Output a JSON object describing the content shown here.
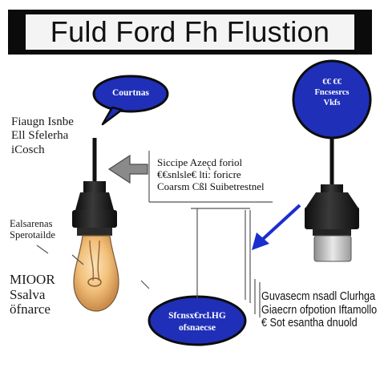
{
  "title": "Fuld Ford Fh Flustion",
  "colors": {
    "bubble_fill": "#1f2fb8",
    "arrow_blue": "#1a2ed0",
    "bulb_glass": "#f2c07a",
    "socket_dark": "#1a1a1a",
    "title_bar": "#0b0b0b"
  },
  "bubbles": {
    "top_left": "Courtnas",
    "top_right": [
      "€€ €€",
      "Fncsesrcs",
      "Vkfs"
    ],
    "bottom": [
      "Sfcnsx€rcl.HG",
      "ofsnaecse"
    ]
  },
  "labels": {
    "left_top": [
      "Fiaugn Isnbe",
      "Ell Sfelerha",
      "iCosch"
    ],
    "left_middle": [
      "Ealsarenas",
      "Sperotailde"
    ],
    "left_bottom": [
      "MIOOR",
      "Ssalva",
      "öfnarce"
    ],
    "middle_block": [
      "Siccipe Azecd foriol",
      "€€snlsle€ lti: foricre",
      "Coarsm Cßl Suibetrestnel"
    ],
    "bottom_right": [
      "Guvasecm nsadl Clurhga",
      "Giaecrn ofpotion Iftamollo",
      "€ Sot esantha dnuold"
    ]
  },
  "icons": [
    "pendant-lamp-icon",
    "lightbulb-icon",
    "lamp-socket-icon",
    "arrow-left-icon",
    "arrow-down-left-icon"
  ]
}
